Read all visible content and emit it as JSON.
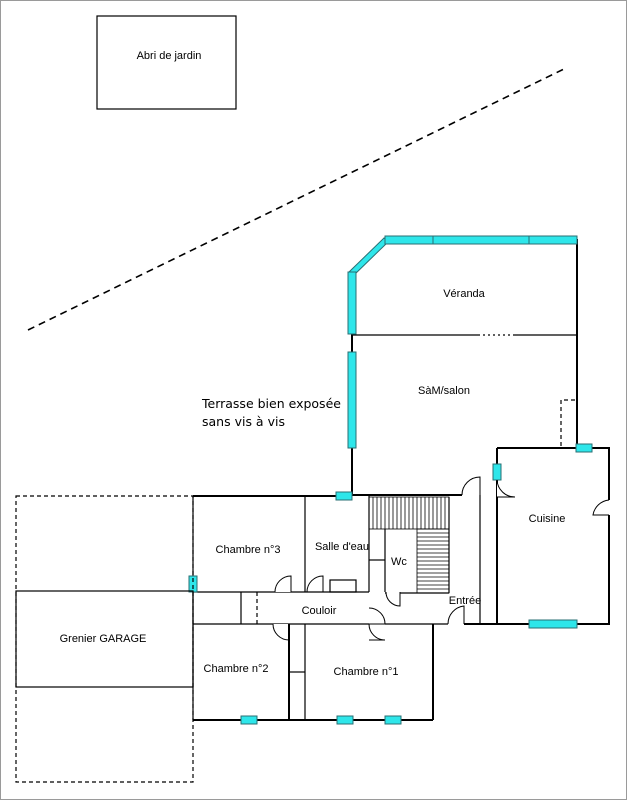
{
  "plan": {
    "outbuilding": {
      "label": "Abri de jardin"
    },
    "rooms": {
      "veranda": "Véranda",
      "living": "SàM/salon",
      "kitchen": "Cuisine",
      "bathroom": "Salle d'eau",
      "wc": "Wc",
      "entrance": "Entrée",
      "hallway": "Couloir",
      "bedroom3": "Chambre n°3",
      "bedroom2": "Chambre n°2",
      "bedroom1": "Chambre n°1",
      "garage": "Grenier GARAGE"
    },
    "terrace_note": {
      "line1": "Terrasse bien exposée",
      "line2": "sans vis à vis"
    },
    "colors": {
      "window": "#2ee6ea",
      "wall": "#000000",
      "background": "#ffffff"
    }
  }
}
